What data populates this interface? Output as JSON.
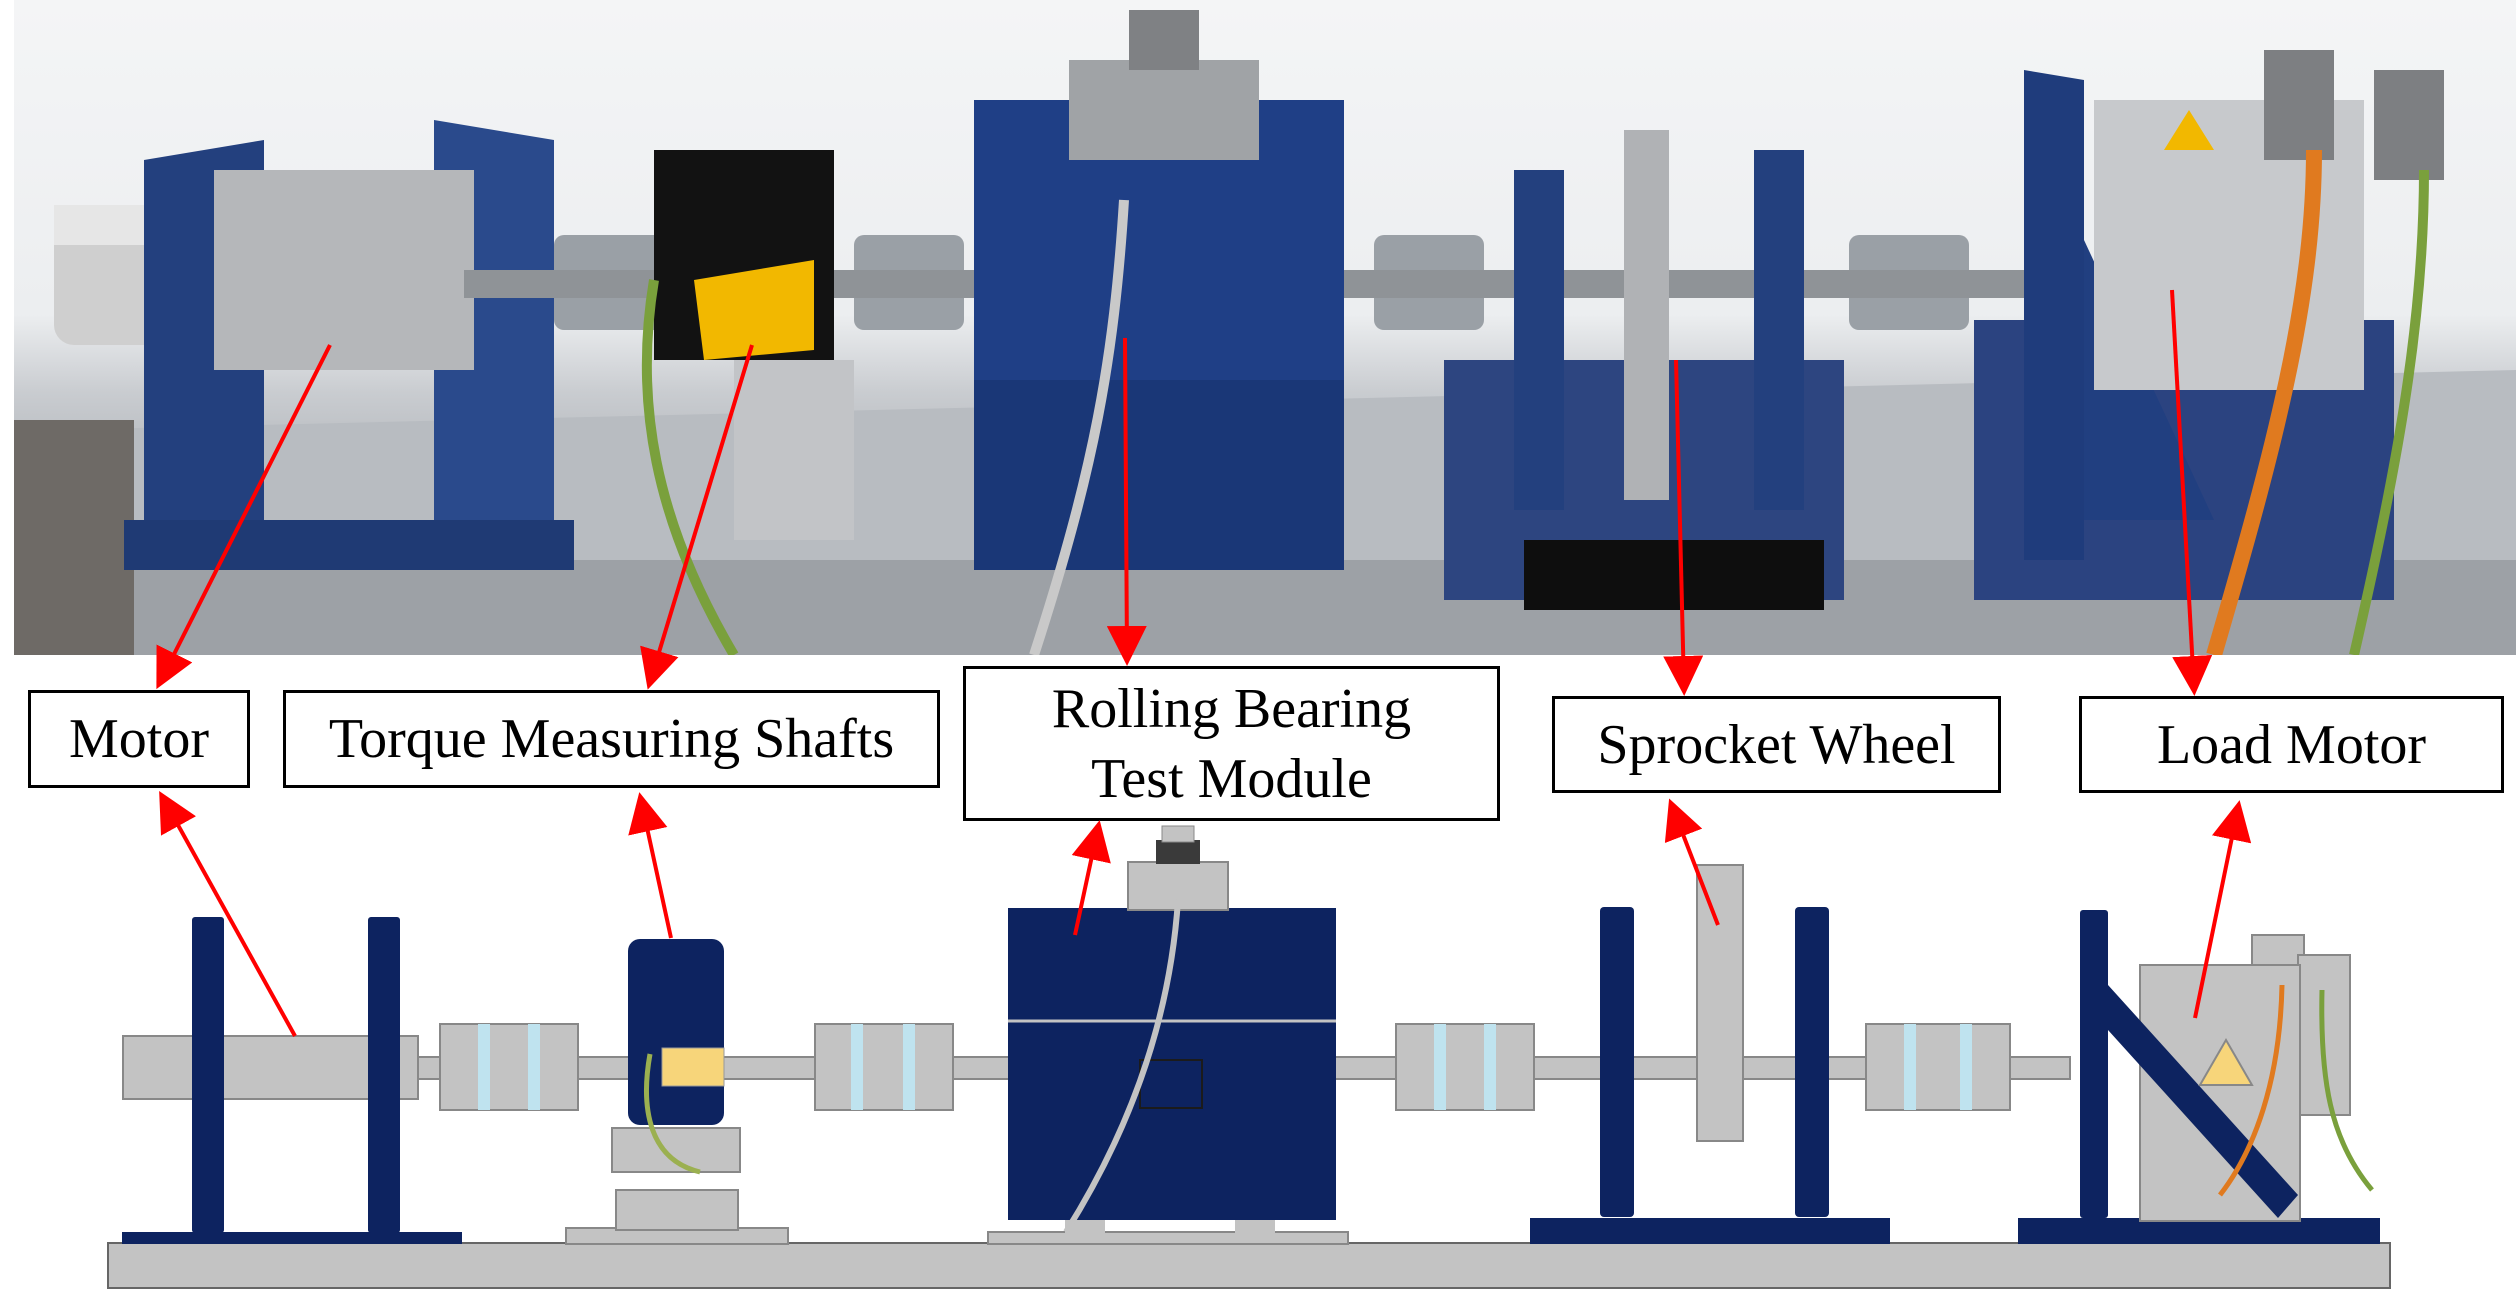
{
  "labels": {
    "motor": "Motor",
    "torque": "Torque Measuring Shafts",
    "bearing": "Rolling Bearing\nTest Module",
    "sprocket": "Sprocket Wheel",
    "load_motor": "Load Motor"
  },
  "colors": {
    "navy": "#0d2360",
    "gray": "#c3c3c3",
    "light_blue": "#bfe3ef",
    "yellow": "#f7d57a",
    "arrow": "#ff0000",
    "orange_cable": "#e07a1f",
    "green_cable": "#7aa03c"
  },
  "icons": {
    "warning": "warning-triangle-icon"
  }
}
